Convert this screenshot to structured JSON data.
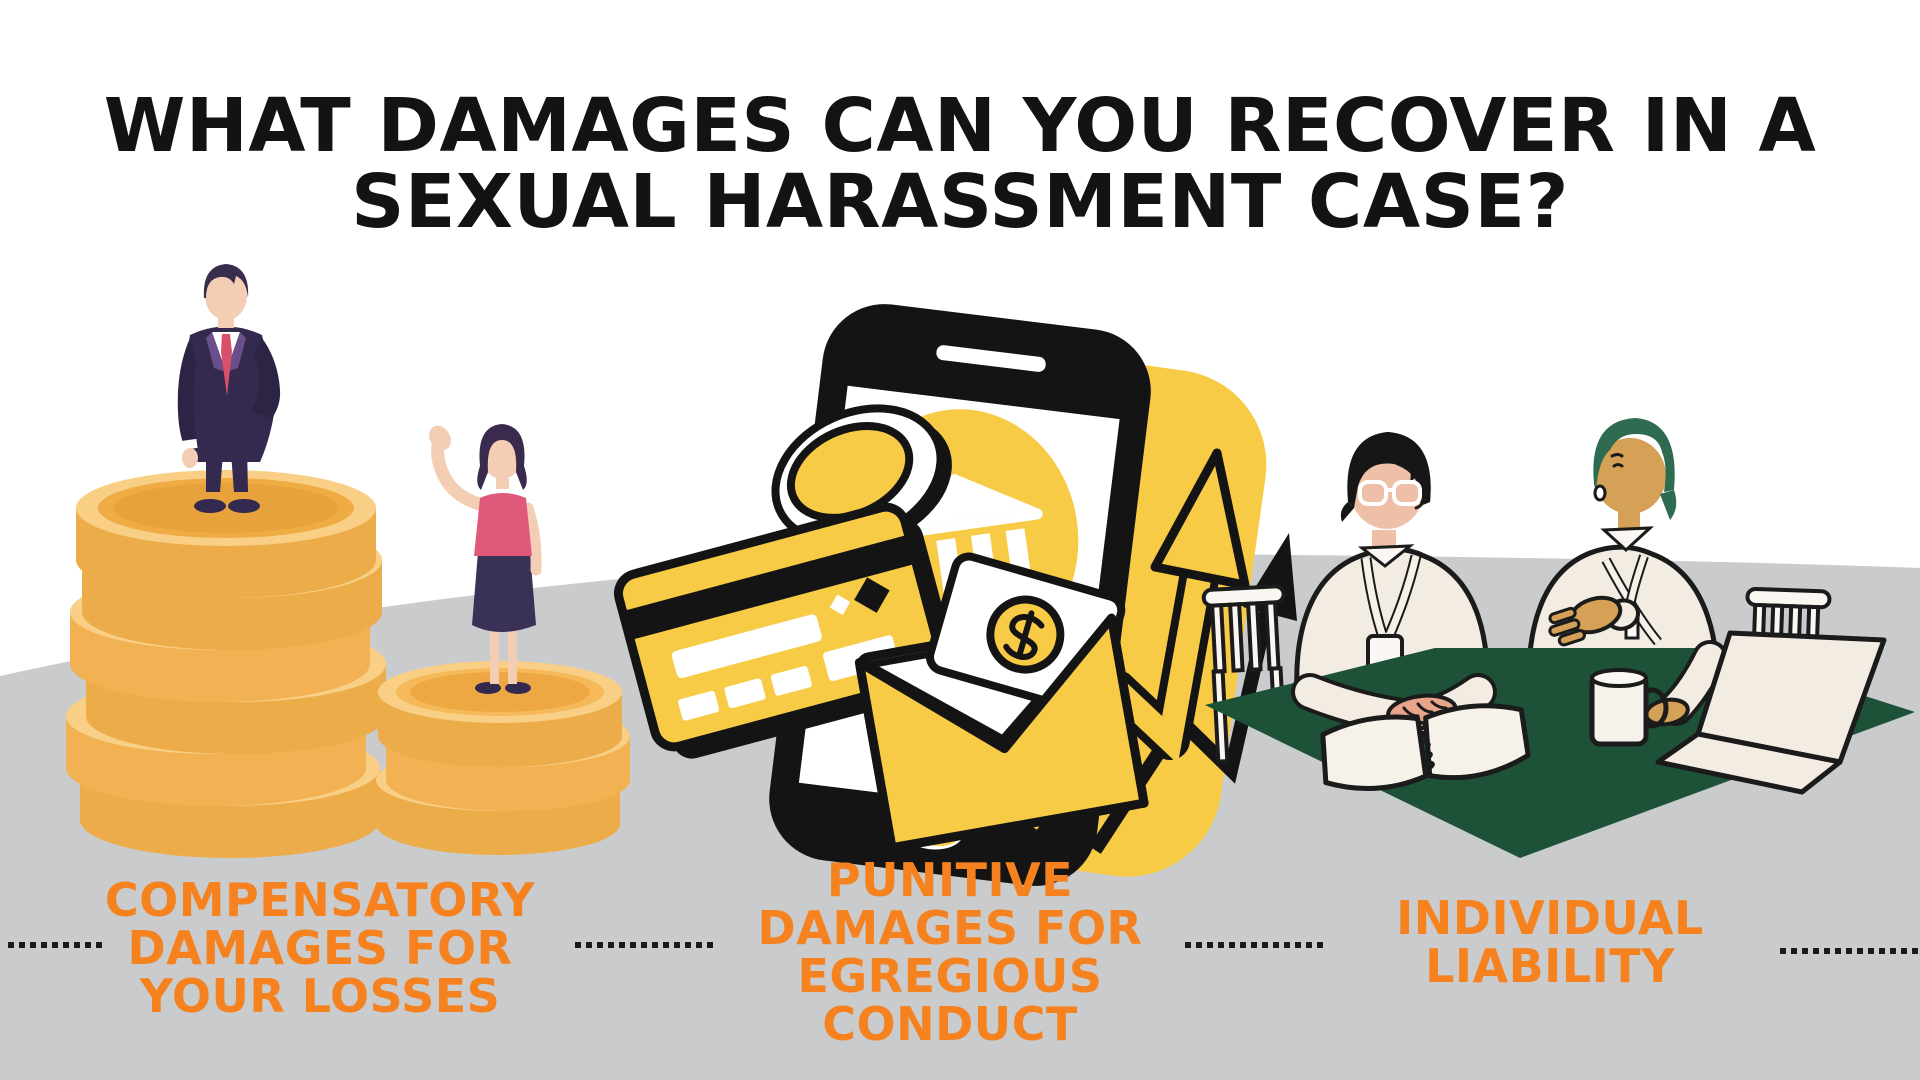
{
  "title": {
    "line1": "WHAT DAMAGES CAN YOU RECOVER IN A",
    "line2": "SEXUAL HARASSMENT CASE?"
  },
  "sections": [
    {
      "id": "compensatory-damages",
      "label_lines": [
        "COMPENSATORY",
        "DAMAGES FOR",
        "YOUR LOSSES"
      ],
      "illustration": "man-and-woman-standing-on-coin-stacks"
    },
    {
      "id": "punitive-damages",
      "label_lines": [
        "PUNITIVE",
        "DAMAGES FOR",
        "EGREGIOUS",
        "CONDUCT"
      ],
      "illustration": "smartphone-bank-credit-card-envelope-growth-arrow"
    },
    {
      "id": "individual-liability",
      "label_lines": [
        "INDIVIDUAL",
        "LIABILITY"
      ],
      "illustration": "two-people-meeting-at-green-table"
    }
  ],
  "colors": {
    "background": "#ffffff",
    "ground_gray": "#cacbcd",
    "title_text": "#131313",
    "label_orange": "#f5821f",
    "divider_black": "#1b1b1b",
    "coin_gold": "#ecac49",
    "coin_highlight": "#f9cf85",
    "suit_purple": "#342a4f",
    "lapel_purple": "#6b4e8c",
    "tie_red": "#d9506b",
    "dress_pink": "#e0597a",
    "skirt_navy": "#3a3156",
    "skin_light": "#f3cdb4",
    "illustration_yellow": "#f7cb45",
    "outline_black": "#141414",
    "table_green": "#1d5138",
    "shirt_cream": "#f2ece2",
    "skin_tan": "#d4a156",
    "hair_green": "#2e6b50"
  },
  "icons": [
    "coin-stack-icon",
    "businessman-icon",
    "businesswoman-icon",
    "smartphone-icon",
    "bank-icon",
    "coin-icon",
    "sparkle-icon",
    "credit-card-icon",
    "envelope-money-icon",
    "dollar-sign-icon",
    "growth-arrow-icon",
    "chair-icon",
    "notebook-icon",
    "mug-icon",
    "laptop-icon",
    "dotted-divider"
  ]
}
